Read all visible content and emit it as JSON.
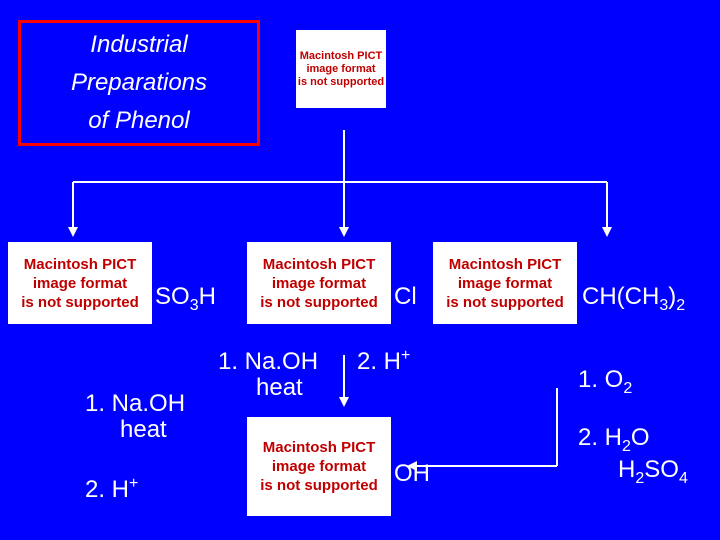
{
  "title_lines": [
    "Industrial",
    "Preparations",
    "of Phenol"
  ],
  "pict_placeholder": [
    "Macintosh PICT",
    "image format",
    "is not supported"
  ],
  "substituents": {
    "sulfonic": {
      "pre": "SO",
      "sub": "3",
      "post": "H"
    },
    "chloro": "Cl",
    "cumene": {
      "a": "CH(CH",
      "sub1": "3",
      "b": ")",
      "sub2": "2"
    },
    "hydroxyl": "OH"
  },
  "steps": {
    "left": {
      "s1": "1.  Na.OH",
      "s1b": "heat",
      "s2": "2.  H",
      "s2sup": "+"
    },
    "middle": {
      "s1": "1.  Na.OH",
      "s1b": "heat",
      "s2": "2.  H",
      "s2sup": "+"
    },
    "right": {
      "s1": "1.  O",
      "s1sub": "2",
      "s2a": "2.  H",
      "s2asub": "2",
      "s2aend": "O",
      "s2b": "H",
      "s2bsub": "2",
      "s2bmid": "SO",
      "s2bsub2": "4"
    }
  },
  "colors": {
    "background": "#0000ff",
    "title_border": "#ff0000",
    "placeholder_text": "#c00000"
  }
}
